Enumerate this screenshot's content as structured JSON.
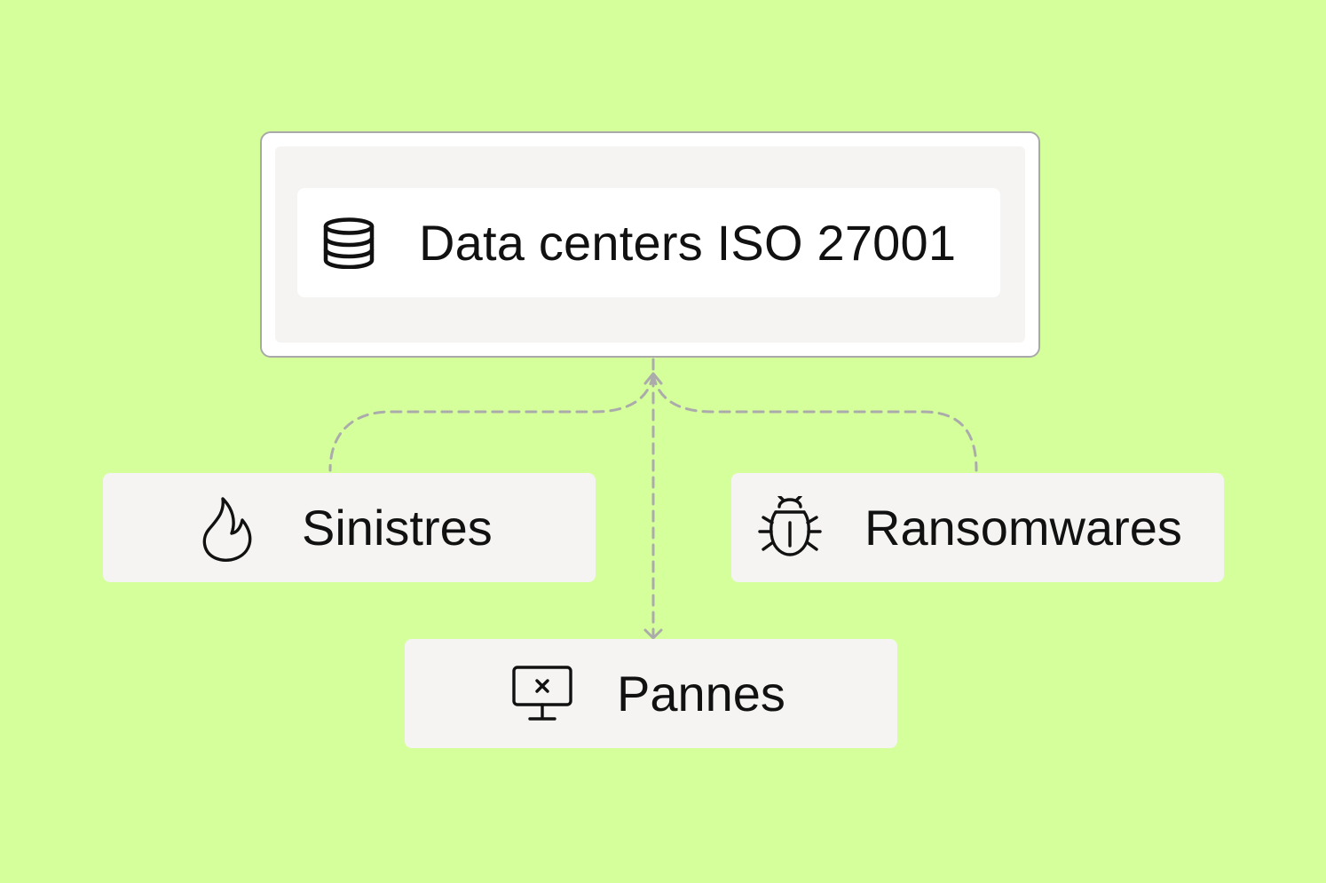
{
  "hub": {
    "label": "Data centers ISO 27001",
    "icon": "database-icon"
  },
  "nodes": [
    {
      "label": "Sinistres",
      "icon": "flame-icon"
    },
    {
      "label": "Ransomwares",
      "icon": "bug-icon"
    },
    {
      "label": "Pannes",
      "icon": "monitor-x-icon"
    }
  ],
  "colors": {
    "background": "#d5ff9b",
    "card": "#f5f4f2",
    "connector": "#a9a9a9",
    "text": "#111111"
  }
}
